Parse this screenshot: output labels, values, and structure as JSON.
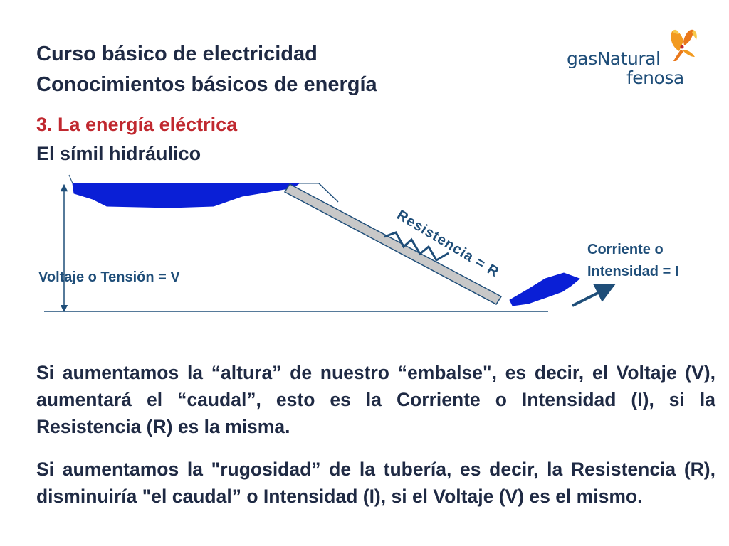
{
  "header": {
    "title_line1": "Curso básico de electricidad",
    "title_line2": "Conocimientos básicos de energía"
  },
  "section": {
    "heading": "3. La energía eléctrica",
    "subheading": "El símil hidráulico"
  },
  "logo": {
    "line1": "gasNatural",
    "line2": "fenosa",
    "icon": "butterfly-icon"
  },
  "diagram": {
    "resistance_label": "Resistencia = R",
    "voltage_label": "Voltaje o Tensión = V",
    "current_label_line1": "Corriente o",
    "current_label_line2": "Intensidad = I"
  },
  "body": {
    "paragraph1": "Si aumentamos la “altura” de nuestro “embalse\", es decir, el Voltaje (V), aumentará el “caudal”, esto es la Corriente o Intensidad (I), si la Resistencia (R) es la misma.",
    "paragraph2": "Si aumentamos la \"rugosidad” de la tubería, es decir, la Resistencia (R), disminuiría \"el caudal” o Intensidad (I), si el Voltaje (V) es el mismo."
  },
  "colors": {
    "title": "#1f2a44",
    "section_heading": "#c0282f",
    "water": "#0a1fd6",
    "pipe": "#c8c8c8",
    "label": "#1f4e79"
  }
}
